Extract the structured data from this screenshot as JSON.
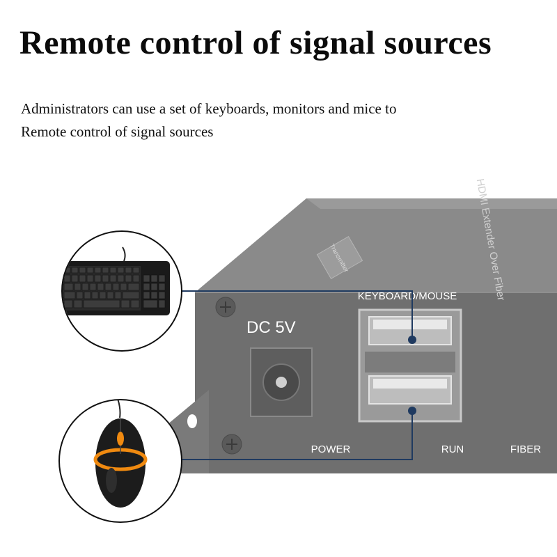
{
  "header": {
    "title": "Remote control of signal sources",
    "subtitle_line1": "Administrators can use a set of keyboards, monitors and mice to",
    "subtitle_line2": "Remote control of signal sources"
  },
  "device": {
    "top_label": "HDMI Extender Over Fiber",
    "brand_tag": "Transmitter",
    "power_input_label": "DC 5V",
    "usb_ports_label": "KEYBOARD/MOUSE",
    "led_labels": [
      "POWER",
      "RUN",
      "FIBER"
    ]
  },
  "peripherals": [
    "keyboard-icon",
    "mouse-icon"
  ],
  "colors": {
    "connector_line": "#1f3a60",
    "mouse_accent": "#f08a10",
    "device_body": "#6e6e6e"
  }
}
